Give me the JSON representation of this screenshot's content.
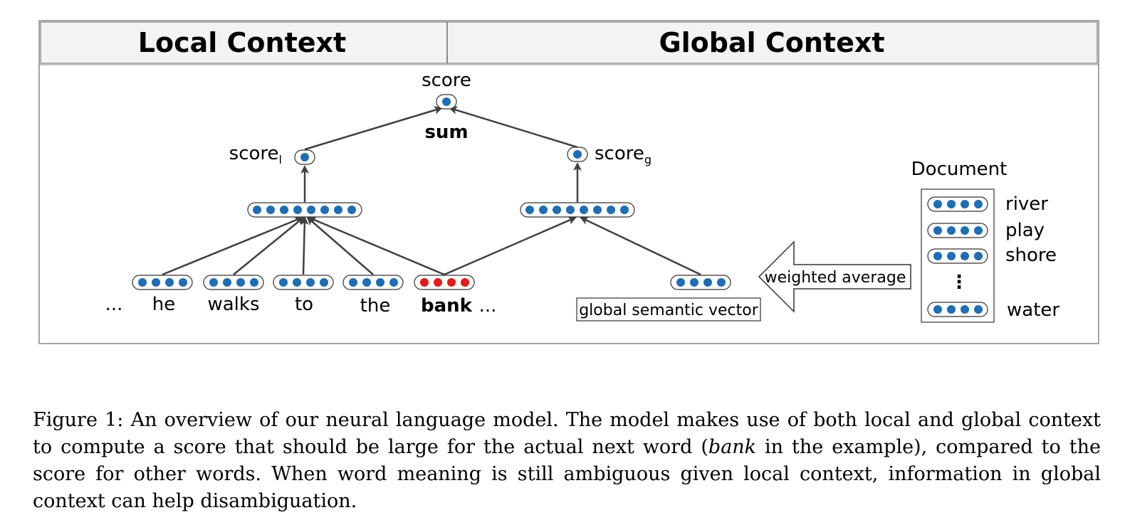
{
  "headers": {
    "local": "Local Context",
    "global": "Global Context"
  },
  "nodes": {
    "score": "score",
    "sum": "sum",
    "score_local_base": "score",
    "score_local_sub": "l",
    "score_global_base": "score",
    "score_global_sub": "g"
  },
  "words": {
    "ellipsis_left": "...",
    "he": "he",
    "walks": "walks",
    "to": "to",
    "the": "the",
    "bank": "bank",
    "ellipsis_right": "..."
  },
  "global_semantic_vector": "global semantic vector",
  "weighted_average": "weighted average",
  "document": {
    "title": "Document",
    "words": [
      "river",
      "play",
      "shore",
      "water"
    ],
    "vdots": "⋮"
  },
  "colors": {
    "neuron": "#1f6db5",
    "target_neuron": "#e11b1b",
    "arrow": "#404040"
  },
  "caption": {
    "label": "Figure 1:",
    "text_1": " An overview of our neural language model. The model makes use of both local and global context to compute a score that should be large for the actual next word (",
    "emph": "bank",
    "text_2": " in the example), compared to the score for other words. When word meaning is still ambiguous given local context, information in global context can help disambiguation."
  }
}
